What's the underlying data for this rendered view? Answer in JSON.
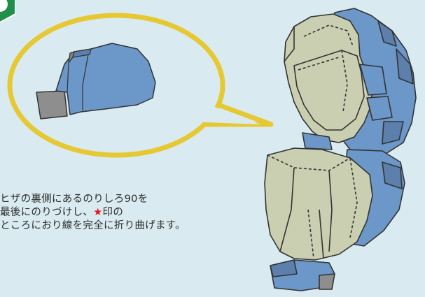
{
  "instructions": {
    "line1": "ヒザの裏側にあるのりしろ90を",
    "line2_before": "最後にのりづけし、",
    "line2_star": "★",
    "line2_after": "印の",
    "line3": "ところにおり線を完全に折り曲げます。"
  },
  "colors": {
    "background": "#d9ebf0",
    "callout_ring": "#e6c832",
    "part_blue": "#6c97c9",
    "part_sage": "#c9cfb0",
    "part_gray": "#8e8e8e",
    "badge_green": "#1f8f4a",
    "star_red": "#e8141c"
  }
}
